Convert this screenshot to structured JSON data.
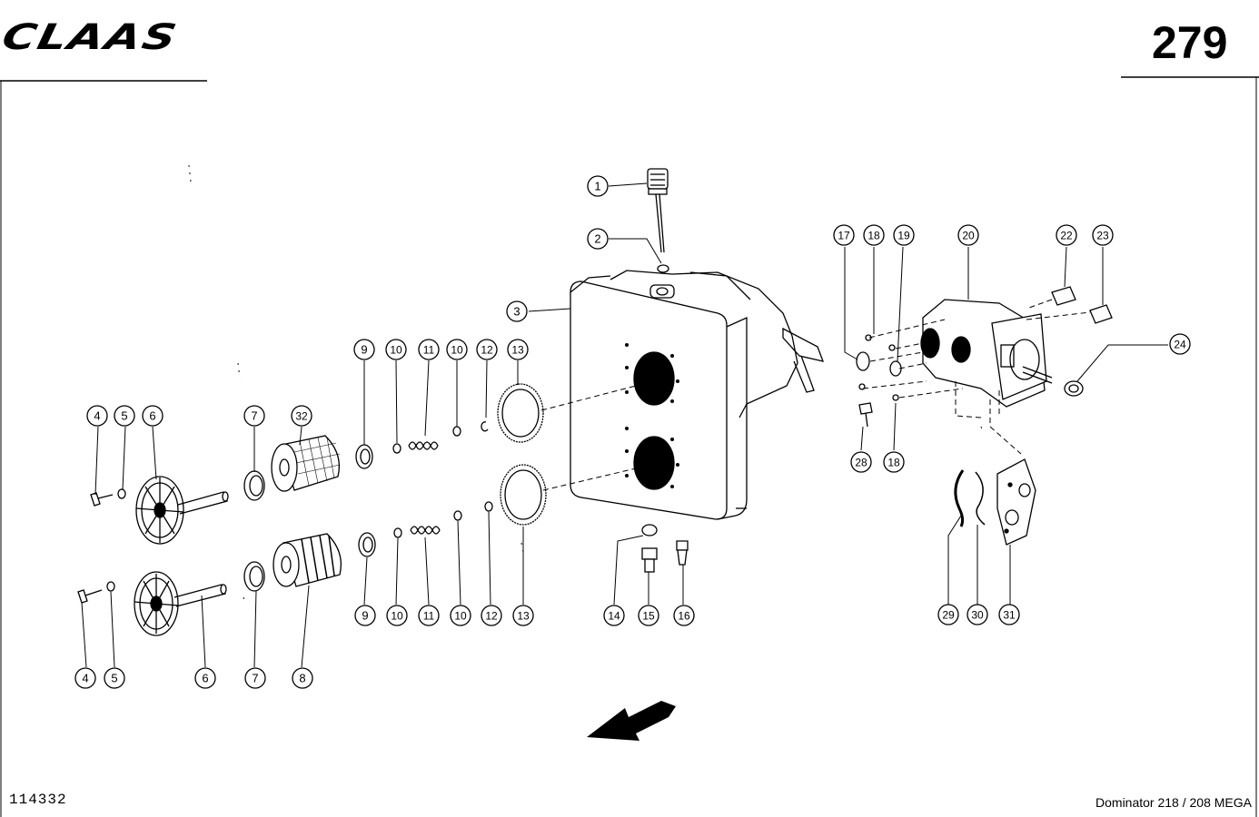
{
  "header": {
    "brand": "CLAAS",
    "page_number": "279"
  },
  "footer": {
    "doc_number": "114332",
    "model": "Dominator 218 / 208 MEGA"
  },
  "callouts": [
    {
      "id": "c1",
      "label": "1"
    },
    {
      "id": "c2",
      "label": "2"
    },
    {
      "id": "c3",
      "label": "3"
    },
    {
      "id": "c4a",
      "label": "4"
    },
    {
      "id": "c5a",
      "label": "5"
    },
    {
      "id": "c6a",
      "label": "6"
    },
    {
      "id": "c7a",
      "label": "7"
    },
    {
      "id": "c32",
      "label": "32"
    },
    {
      "id": "c9a",
      "label": "9"
    },
    {
      "id": "c10a",
      "label": "10"
    },
    {
      "id": "c11a",
      "label": "11"
    },
    {
      "id": "c10b",
      "label": "10"
    },
    {
      "id": "c12a",
      "label": "12"
    },
    {
      "id": "c13a",
      "label": "13"
    },
    {
      "id": "c4b",
      "label": "4"
    },
    {
      "id": "c5b",
      "label": "5"
    },
    {
      "id": "c6b",
      "label": "6"
    },
    {
      "id": "c7b",
      "label": "7"
    },
    {
      "id": "c8",
      "label": "8"
    },
    {
      "id": "c9b",
      "label": "9"
    },
    {
      "id": "c10c",
      "label": "10"
    },
    {
      "id": "c11b",
      "label": "11"
    },
    {
      "id": "c10d",
      "label": "10"
    },
    {
      "id": "c12b",
      "label": "12"
    },
    {
      "id": "c13b",
      "label": "13"
    },
    {
      "id": "c14",
      "label": "14"
    },
    {
      "id": "c15",
      "label": "15"
    },
    {
      "id": "c16",
      "label": "16"
    },
    {
      "id": "c17",
      "label": "17"
    },
    {
      "id": "c18a",
      "label": "18"
    },
    {
      "id": "c19",
      "label": "19"
    },
    {
      "id": "c20",
      "label": "20"
    },
    {
      "id": "c22",
      "label": "22"
    },
    {
      "id": "c23",
      "label": "23"
    },
    {
      "id": "c24",
      "label": "24"
    },
    {
      "id": "c28",
      "label": "28"
    },
    {
      "id": "c18b",
      "label": "18"
    },
    {
      "id": "c29",
      "label": "29"
    },
    {
      "id": "c30",
      "label": "30"
    },
    {
      "id": "c31",
      "label": "31"
    }
  ]
}
